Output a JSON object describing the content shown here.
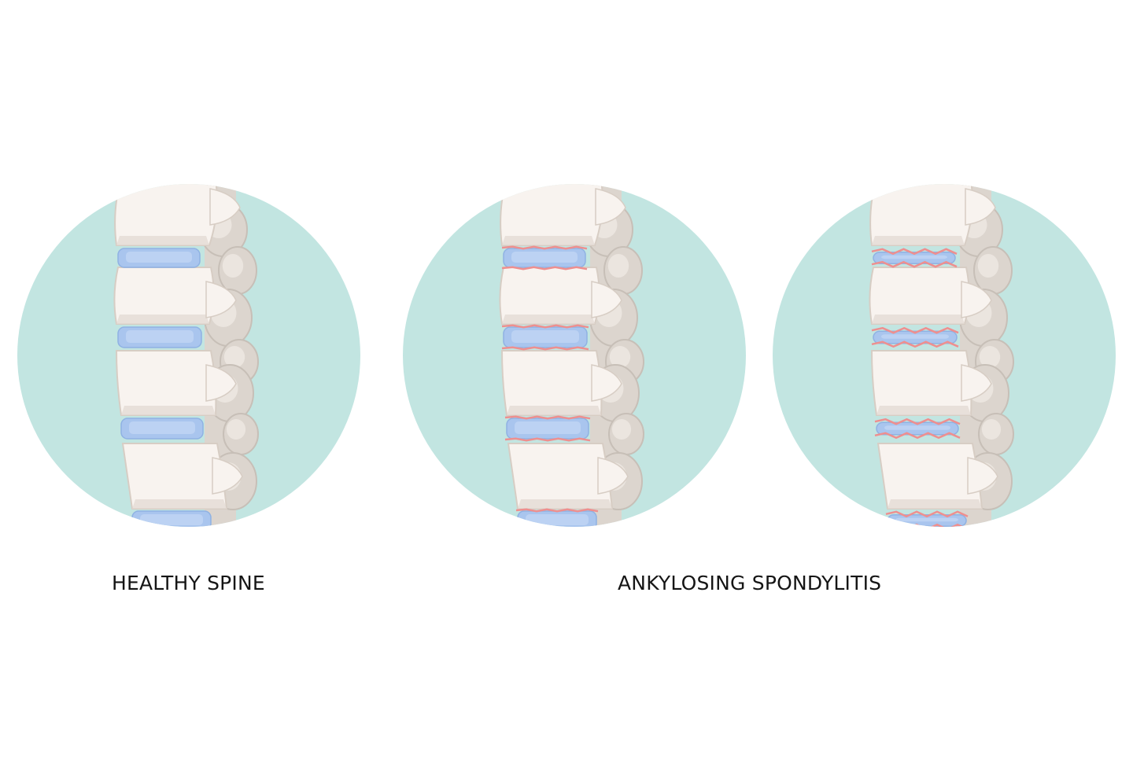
{
  "labels": {
    "healthy": "HEALTHY SPINE",
    "ankylosing": "ANKYLOSING SPONDYLITIS"
  },
  "colors": {
    "circle": "#c2e5e1",
    "bone": "#f8f3ef",
    "bone_shadow": "#e3dbd4",
    "bone_outline": "#d7cdc4",
    "process": "#dcd5ce",
    "process_shadow": "#c7bfb7",
    "disc": "#a9c5ee",
    "disc_dark": "#8fb2e3",
    "inflammation": "#ee8f8f"
  },
  "panels": [
    {
      "name": "healthy-spine-panel",
      "condition": "healthy"
    },
    {
      "name": "ankylosing-spondylitis-early-panel",
      "condition": "ankylosing-early"
    },
    {
      "name": "ankylosing-spondylitis-advanced-panel",
      "condition": "ankylosing-advanced"
    }
  ]
}
